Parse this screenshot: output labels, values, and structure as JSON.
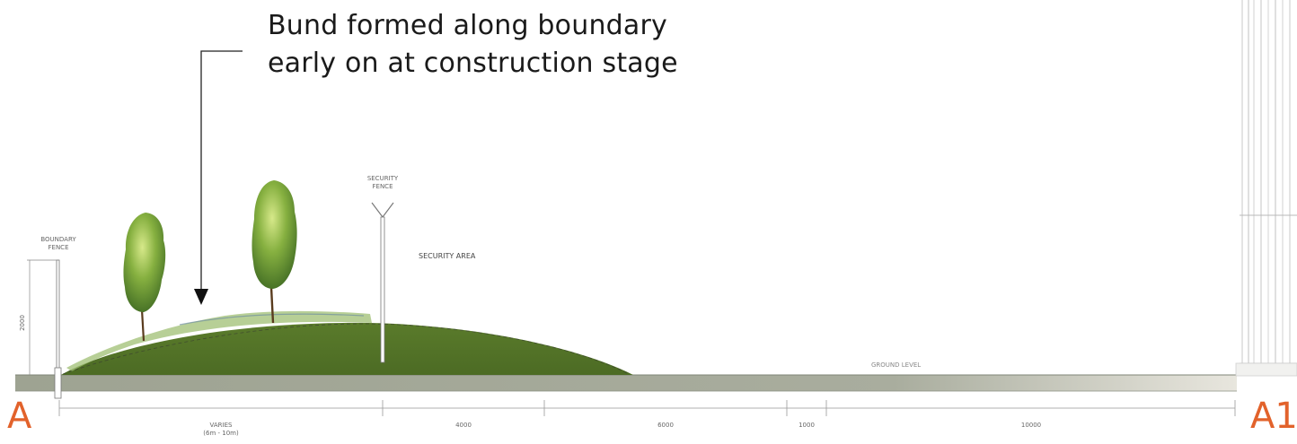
{
  "callout": {
    "line1": "Bund formed along boundary",
    "line2": "early on at construction stage"
  },
  "section": {
    "start": "A",
    "end": "A1"
  },
  "labels": {
    "boundary_fence": [
      "BOUNDARY",
      "FENCE"
    ],
    "security_fence": [
      "SECURITY",
      "FENCE"
    ],
    "security_area": "SECURITY  AREA",
    "ground_level": "GROUND  LEVEL",
    "fence_height": "2000"
  },
  "dimensions": [
    {
      "text": "VARIES",
      "sub": "(6m - 10m)"
    },
    {
      "text": "4000"
    },
    {
      "text": "6000"
    },
    {
      "text": "1000"
    },
    {
      "text": "10000"
    }
  ],
  "colors": {
    "accent": "#e2622b",
    "ground": "#a3a99a",
    "bund": "#5e7f2f",
    "foliage": "#6f9a3a"
  }
}
